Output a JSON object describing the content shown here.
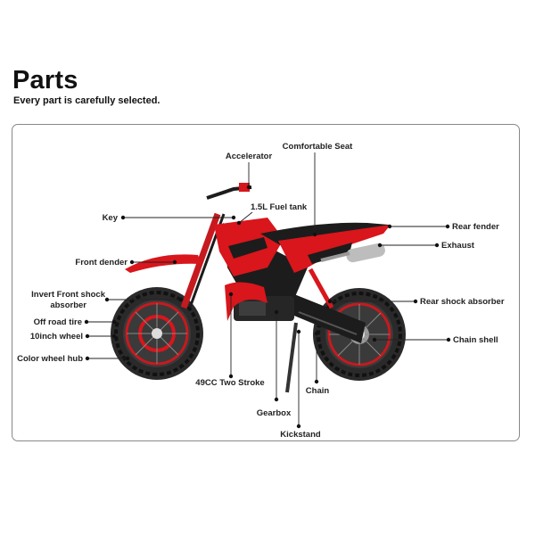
{
  "header": {
    "title": "Parts",
    "subtitle": "Every part is carefully selected."
  },
  "labels": {
    "comfortable_seat": "Comfortable Seat",
    "accelerator": "Accelerator",
    "fuel_tank": "1.5L Fuel tank",
    "key": "Key",
    "rear_fender": "Rear fender",
    "exhaust": "Exhaust",
    "front_fender": "Front dender",
    "invert_front_shock_line1": "Invert Front shock",
    "invert_front_shock_line2": "absorber",
    "rear_shock_absorber": "Rear shock absorber",
    "off_road_tire": "Off road tire",
    "wheel_10inch": "10inch wheel",
    "chain_shell": "Chain shell",
    "color_wheel_hub": "Color wheel hub",
    "engine": "49CC Two Stroke",
    "chain": "Chain",
    "gearbox": "Gearbox",
    "kickstand": "Kickstand"
  },
  "colors": {
    "body_red": "#d8161c",
    "dark_frame": "#1c1c1c",
    "tire": "#2a2a2a",
    "chrome": "#bdbdbd"
  }
}
